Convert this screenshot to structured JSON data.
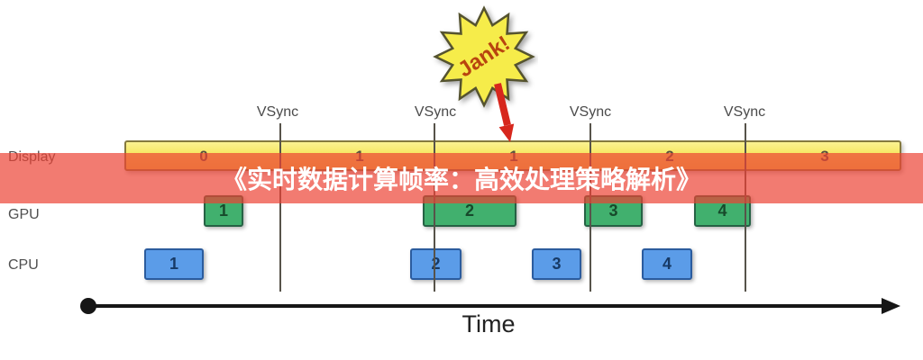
{
  "title_overlay": {
    "text": "《实时数据计算帧率：高效处理策略解析》"
  },
  "jank_callout": {
    "label": "Jank!"
  },
  "vsync": {
    "labels": [
      "VSync",
      "VSync",
      "VSync",
      "VSync"
    ]
  },
  "rows": {
    "display": {
      "label": "Display",
      "segments": [
        "0",
        "1",
        "1",
        "2",
        "3"
      ]
    },
    "gpu": {
      "label": "GPU",
      "frames": [
        "1",
        "2",
        "3",
        "4"
      ]
    },
    "cpu": {
      "label": "CPU",
      "frames": [
        "1",
        "2",
        "3",
        "4"
      ]
    }
  },
  "time_axis": {
    "label": "Time"
  },
  "colors": {
    "display_bar_yellow": "#f6e75f",
    "gpu_green": "#41b06e",
    "cpu_blue": "#5b9ce8",
    "overlay_red": "#ec4334",
    "jank_star_yellow": "#f6ec4a",
    "jank_text_red": "#b8440f",
    "arrow_red": "#d7271d",
    "axis_black": "#161616"
  }
}
